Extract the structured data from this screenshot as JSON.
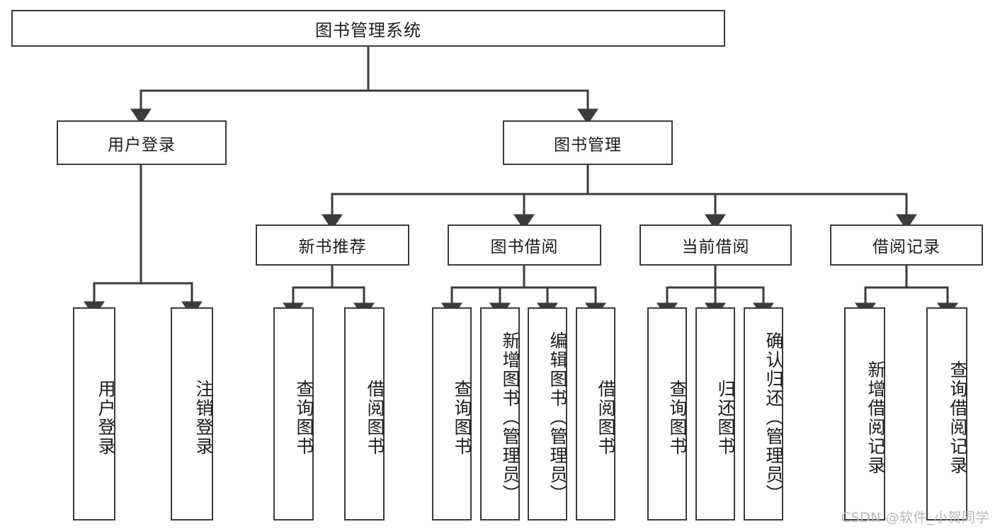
{
  "diagram": {
    "type": "tree",
    "title": "图书管理系统",
    "colors": {
      "box_border": "#3b3b3b",
      "box_fill": "#ffffff",
      "connector": "#3b3b3b",
      "text": "#1c1c1c",
      "watermark": "#b8b8b8"
    },
    "root": {
      "label": "图书管理系统"
    },
    "level2": [
      {
        "id": "user-login",
        "label": "用户登录"
      },
      {
        "id": "book-management",
        "label": "图书管理"
      }
    ],
    "level3": [
      {
        "id": "new-book-recommend",
        "label": "新书推荐"
      },
      {
        "id": "book-borrow",
        "label": "图书借阅"
      },
      {
        "id": "current-borrow",
        "label": "当前借阅"
      },
      {
        "id": "borrow-record",
        "label": "借阅记录"
      }
    ],
    "leaves": {
      "user-login": [
        {
          "id": "leaf-user-login",
          "label": "用户登录"
        },
        {
          "id": "leaf-logout",
          "label": "注销登录"
        }
      ],
      "new-book-recommend": [
        {
          "id": "leaf-query-book-1",
          "label": "查询图书"
        },
        {
          "id": "leaf-borrow-book-1",
          "label": "借阅图书"
        }
      ],
      "book-borrow": [
        {
          "id": "leaf-query-book-2",
          "label": "查询图书"
        },
        {
          "id": "leaf-add-book",
          "label": "新增图书（管理员）"
        },
        {
          "id": "leaf-edit-book",
          "label": "编辑图书（管理员）"
        },
        {
          "id": "leaf-borrow-book-2",
          "label": "借阅图书"
        }
      ],
      "current-borrow": [
        {
          "id": "leaf-query-book-3",
          "label": "查询图书"
        },
        {
          "id": "leaf-return-book",
          "label": "归还图书"
        },
        {
          "id": "leaf-confirm-return",
          "label": "确认归还（管理员）"
        }
      ],
      "borrow-record": [
        {
          "id": "leaf-add-record",
          "label": "新增借阅记录"
        },
        {
          "id": "leaf-query-record",
          "label": "查询借阅记录"
        }
      ]
    }
  },
  "watermark": {
    "text": "CSDN @软件_小贺同学"
  }
}
